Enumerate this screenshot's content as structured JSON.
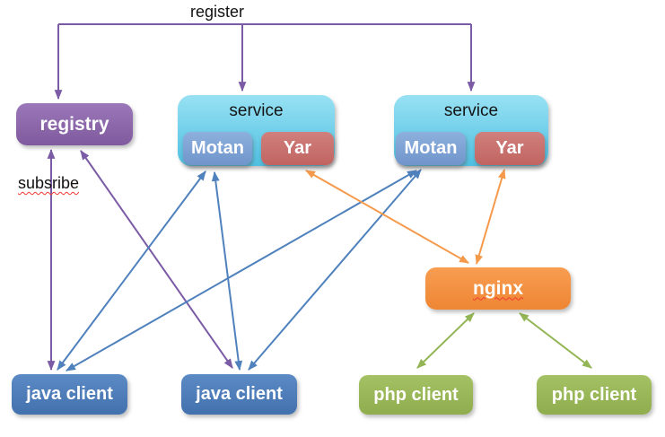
{
  "edge_labels": {
    "register": "register",
    "subscribe": "subsribe"
  },
  "nodes": {
    "registry": {
      "label": "registry",
      "color": "#8a64a8"
    },
    "service_left": {
      "label": "service",
      "color": "#5bc6e6",
      "motan": {
        "label": "Motan",
        "color": "#7da5d6"
      },
      "yar": {
        "label": "Yar",
        "color": "#c96f6c"
      }
    },
    "service_right": {
      "label": "service",
      "color": "#5bc6e6",
      "motan": {
        "label": "Motan",
        "color": "#7da5d6"
      },
      "yar": {
        "label": "Yar",
        "color": "#c96f6c"
      }
    },
    "nginx": {
      "label": "nginx",
      "color": "#f28c3e"
    },
    "java_client_left": {
      "label": "java client",
      "color": "#4f81bd"
    },
    "java_client_right": {
      "label": "java client",
      "color": "#4f81bd"
    },
    "php_client_left": {
      "label": "php client",
      "color": "#9bbb59"
    },
    "php_client_right": {
      "label": "php client",
      "color": "#9bbb59"
    }
  },
  "edges": [
    {
      "from": "registry",
      "to": "service_left",
      "label": "register",
      "color": "#7b5ba5",
      "shape": "elbow",
      "arrowheads": "into-registry-and-services"
    },
    {
      "from": "registry",
      "to": "service_right",
      "label": "register",
      "color": "#7b5ba5",
      "shape": "elbow",
      "arrowheads": "into-registry-and-services"
    },
    {
      "from": "java_client_left",
      "to": "registry",
      "label": "subsribe",
      "color": "#7b5ba5",
      "arrowheads": "both"
    },
    {
      "from": "java_client_right",
      "to": "registry",
      "color": "#7b5ba5",
      "arrowheads": "both"
    },
    {
      "from": "java_client_left",
      "to": "service_left.motan",
      "color": "#4f81bd",
      "arrowheads": "both"
    },
    {
      "from": "java_client_left",
      "to": "service_right.motan",
      "color": "#4f81bd",
      "arrowheads": "both"
    },
    {
      "from": "java_client_right",
      "to": "service_left.motan",
      "color": "#4f81bd",
      "arrowheads": "both"
    },
    {
      "from": "java_client_right",
      "to": "service_right.motan",
      "color": "#4f81bd",
      "arrowheads": "both"
    },
    {
      "from": "nginx",
      "to": "service_left.yar",
      "color": "#f59a4c",
      "arrowheads": "both"
    },
    {
      "from": "nginx",
      "to": "service_right.yar",
      "color": "#f59a4c",
      "arrowheads": "both"
    },
    {
      "from": "php_client_left",
      "to": "nginx",
      "color": "#93b556",
      "arrowheads": "both"
    },
    {
      "from": "php_client_right",
      "to": "nginx",
      "color": "#93b556",
      "arrowheads": "both"
    }
  ],
  "arrow_colors": {
    "purple": "#7b5ba5",
    "blue": "#4f81bd",
    "orange": "#f59a4c",
    "green": "#93b556"
  }
}
